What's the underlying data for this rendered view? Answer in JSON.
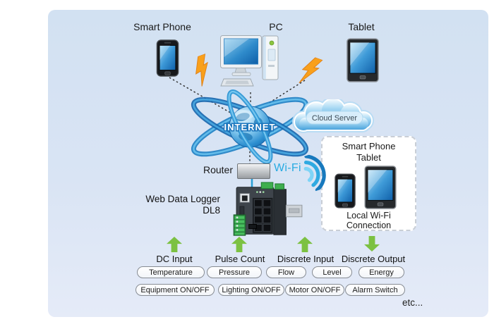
{
  "devices": {
    "smart_phone_label": "Smart Phone",
    "pc_label": "PC",
    "tablet_label": "Tablet"
  },
  "internet_label": "INTERNET",
  "cloud_server_label": "Cloud Server",
  "router_label": "Router",
  "wifi_label": "Wi-Fi",
  "local_wifi_box": {
    "title_line1": "Smart Phone",
    "title_line2": "Tablet",
    "caption_line1": "Local Wi-Fi",
    "caption_line2": "Connection"
  },
  "data_logger": {
    "name": "Web Data Logger",
    "model": "DL8"
  },
  "io_channels": [
    {
      "label": "DC Input",
      "direction": "up"
    },
    {
      "label": "Pulse Count",
      "direction": "up"
    },
    {
      "label": "Discrete Input",
      "direction": "up"
    },
    {
      "label": "Discrete Output",
      "direction": "down"
    }
  ],
  "application_tags_row1": [
    "Temperature",
    "Pressure",
    "Flow",
    "Level",
    "Energy"
  ],
  "application_tags_row2": [
    "Equipment ON/OFF",
    "Lighting ON/OFF",
    "Motor ON/OFF",
    "Alarm Switch"
  ],
  "etc_label": "etc...",
  "colors": {
    "accent_blue": "#29abe2",
    "deep_blue": "#1b75bc",
    "arrow_green": "#7cc142",
    "lightning_orange": "#f9a01b",
    "panel_top": "#d2e1f2",
    "panel_bottom": "#e5ebf8"
  }
}
